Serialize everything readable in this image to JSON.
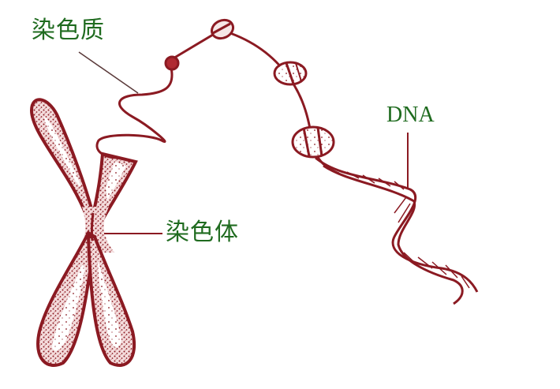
{
  "diagram": {
    "title": "",
    "labels": {
      "chromatin": "染色质",
      "chromosome": "染色体",
      "dna": "DNA"
    },
    "colors": {
      "structure": "#8b1a22",
      "label_text": "#1f6b1f",
      "leader_line_chromatin": "#5a3a3a",
      "background": "#ffffff"
    },
    "parts": [
      "chromosome",
      "chromatin-fiber",
      "nucleosomes",
      "dna-double-helix"
    ]
  }
}
